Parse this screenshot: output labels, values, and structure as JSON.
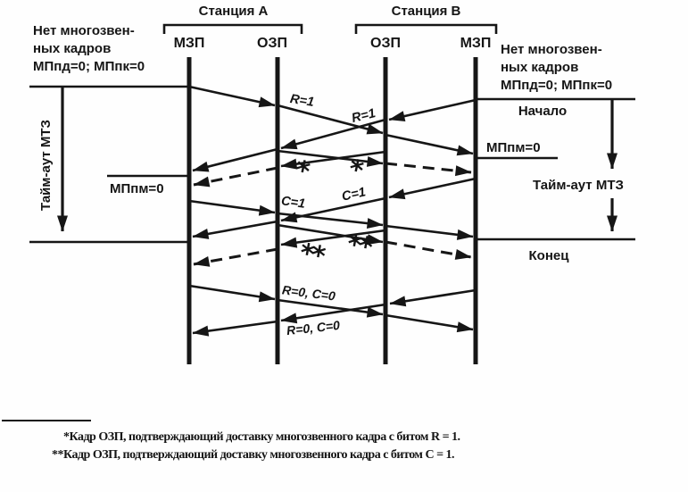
{
  "meta": {
    "ink_color": "#161616",
    "paper_color": "#fefefe"
  },
  "labels": {
    "station_a": "Станция А",
    "station_b": "Станция В",
    "mzp_a": "МЗП",
    "ozp_a": "ОЗП",
    "ozp_b": "ОЗП",
    "mzp_b": "МЗП",
    "note_left": "Нет многозвен-\nных кадров\nМПпд=0; МПпк=0",
    "note_right": "Нет многозвен-\nных кадров\nМПпд=0; МПпк=0",
    "start": "Начало",
    "end": "Конец",
    "mppm_left": "МПпм=0",
    "mppm_right": "МПпм=0",
    "timeout_left": "Тайм-аут МТЗ",
    "timeout_right": "Тайм-аут МТЗ",
    "r1_a": "R=1",
    "r1_b": "R=1",
    "c1_a": "C=1",
    "c1_b": "C=1",
    "r0c0_a": "R=0, C=0",
    "r0c0_b": "R=0, C=0",
    "star_left": "*",
    "star_right": "*",
    "dstar_left": "**",
    "dstar_right": "**",
    "footnote1": "*Кадр ОЗП, подтверждающий доставку многозвенного кадра с битом R = 1.",
    "footnote2": "**Кадр ОЗП, подтверждающий доставку многозвенного кадра с битом С = 1."
  }
}
